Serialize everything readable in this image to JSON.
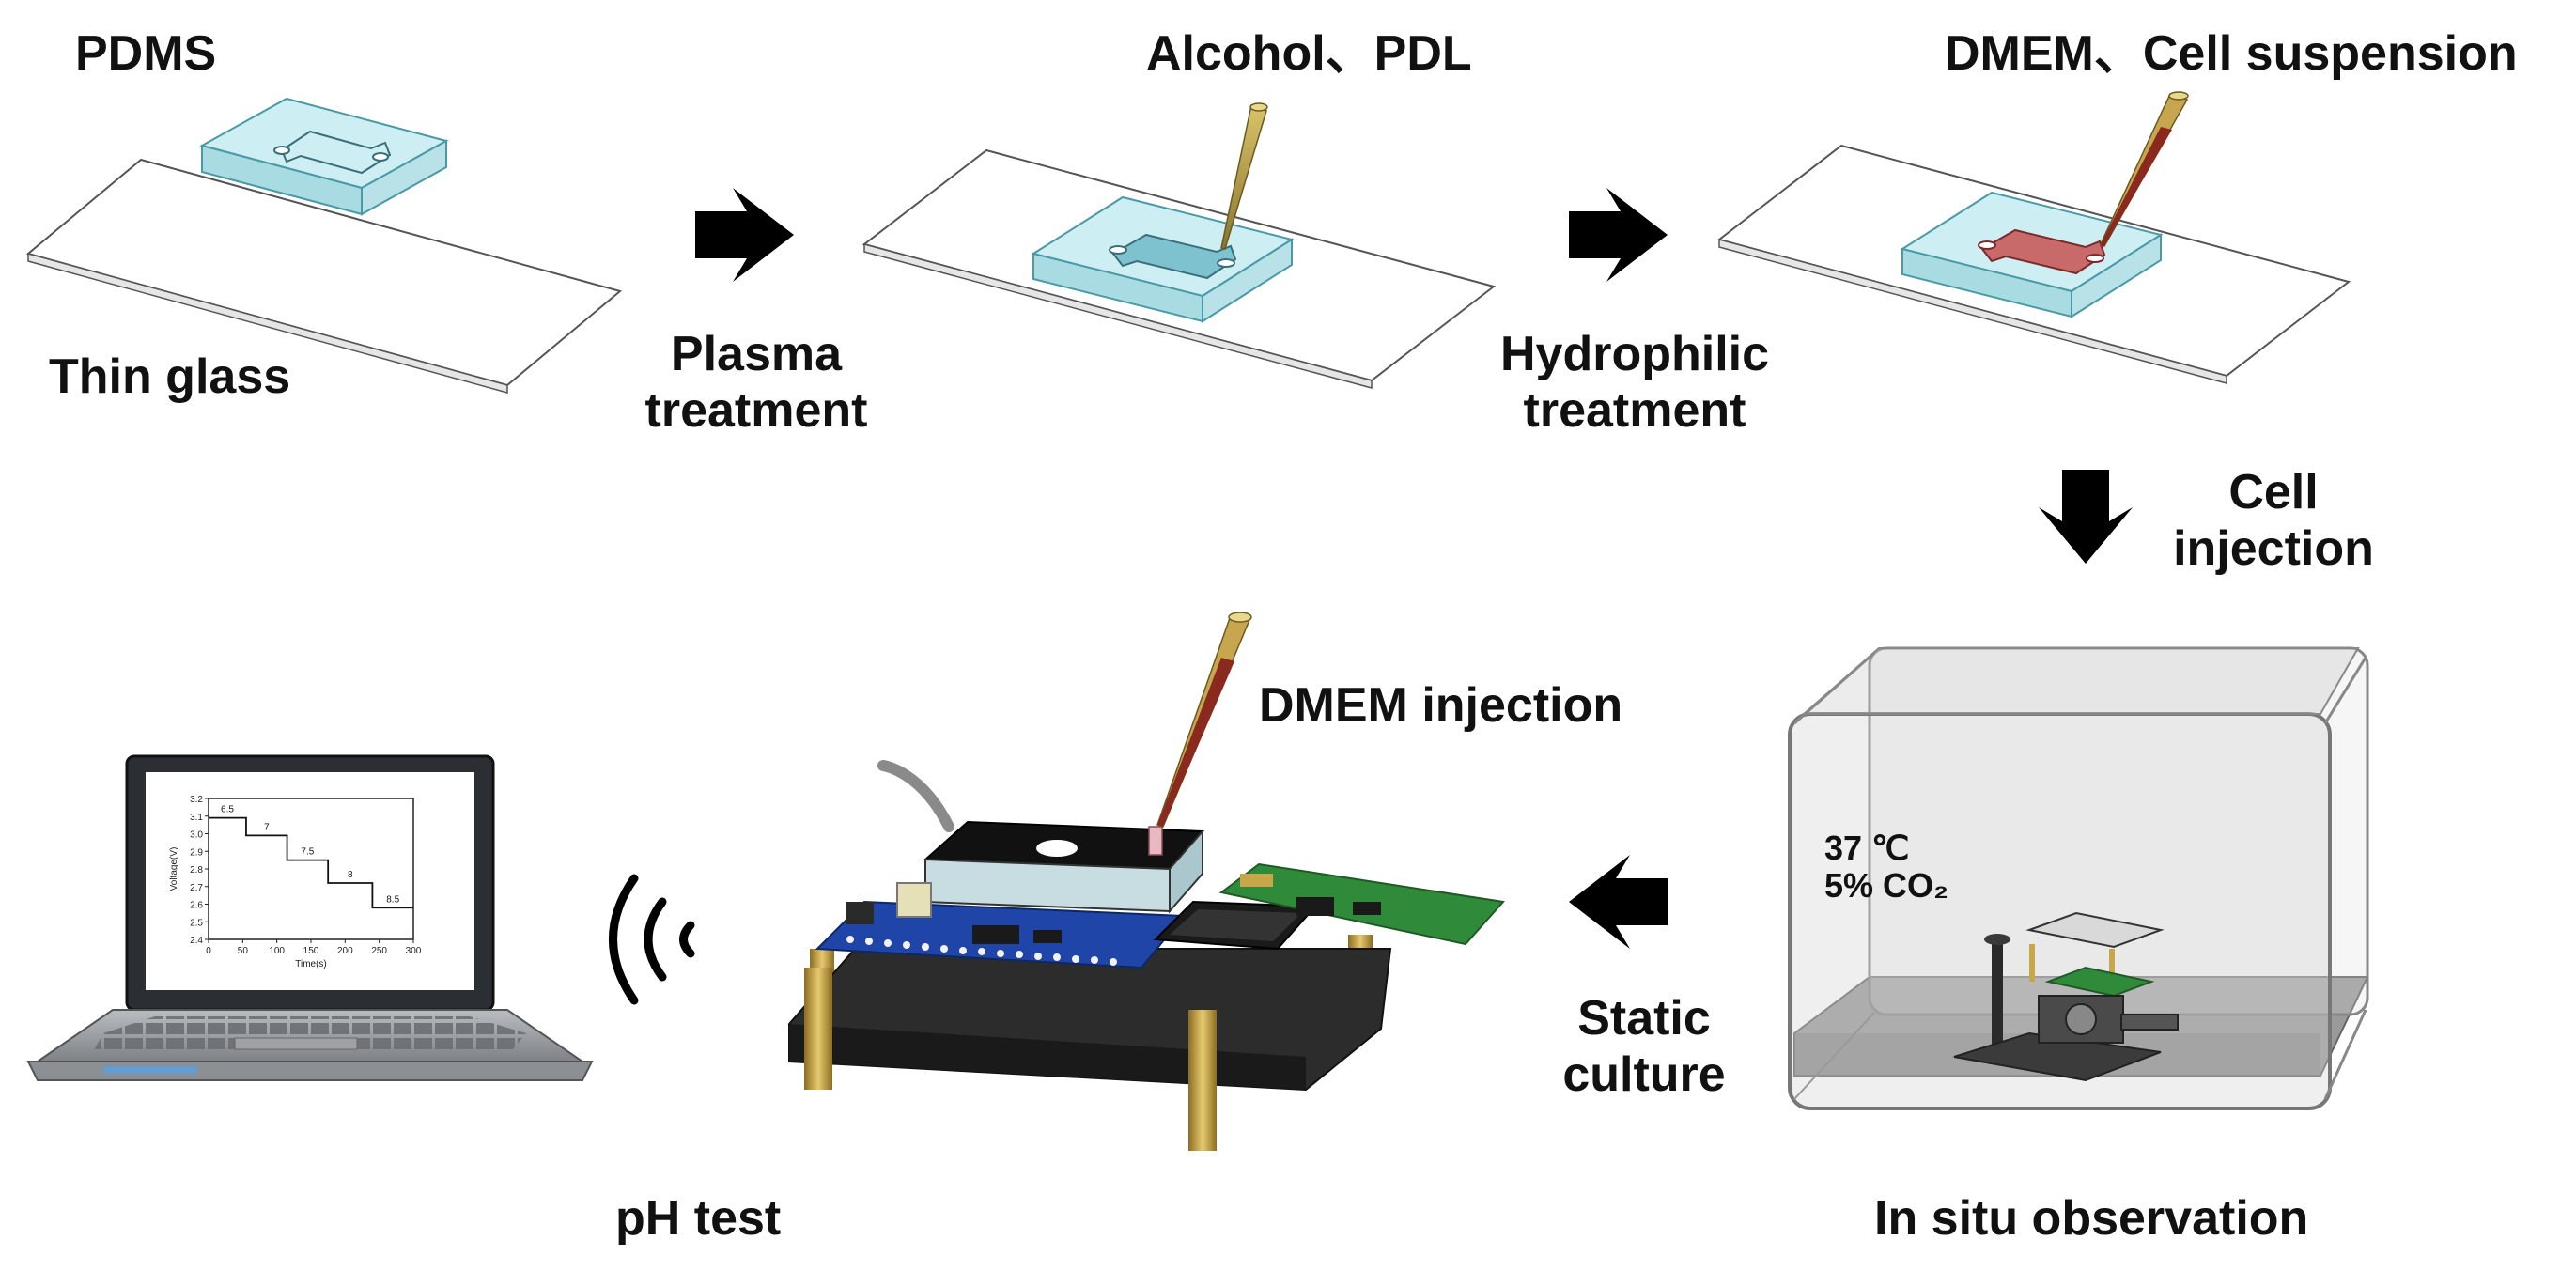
{
  "labels": {
    "pdms": "PDMS",
    "thin_glass": "Thin glass",
    "alcohol_pdl": "Alcohol、PDL",
    "dmem_cell": "DMEM、Cell suspension",
    "plasma_1": "Plasma",
    "plasma_2": "treatment",
    "hydrophilic_1": "Hydrophilic",
    "hydrophilic_2": "treatment",
    "cell_injection_1": "Cell",
    "cell_injection_2": "injection",
    "dmem_injection": "DMEM injection",
    "static_1": "Static",
    "static_2": "culture",
    "ph_test": "pH test",
    "in_situ": "In situ observation",
    "temp": "37 ℃",
    "co2": "5% CO₂"
  },
  "chart_data": {
    "type": "line",
    "xlabel": "Time(s)",
    "ylabel": "Voltage(V)",
    "xlim": [
      0,
      300
    ],
    "ylim": [
      2.4,
      3.2
    ],
    "x_ticks": [
      "0",
      "50",
      "100",
      "150",
      "200",
      "250",
      "300"
    ],
    "y_ticks": [
      "2.4",
      "2.5",
      "2.6",
      "2.7",
      "2.8",
      "2.9",
      "3.0",
      "3.1",
      "3.2"
    ],
    "steps": [
      {
        "label": "6.5",
        "x_start": 0,
        "x_end": 55,
        "y": 3.09
      },
      {
        "label": "7",
        "x_start": 55,
        "x_end": 115,
        "y": 2.99
      },
      {
        "label": "7.5",
        "x_start": 115,
        "x_end": 175,
        "y": 2.85
      },
      {
        "label": "8",
        "x_start": 175,
        "x_end": 240,
        "y": 2.72
      },
      {
        "label": "8.5",
        "x_start": 240,
        "x_end": 300,
        "y": 2.58
      }
    ]
  },
  "colors": {
    "arrow": "#000000",
    "pdms": "#bfe6ec",
    "pdms_edge": "#4a9aa6",
    "chamber_blue": "#7fc2cf",
    "chamber_red": "#c96a6a",
    "board_blue": "#1f45a8",
    "board_green": "#2f8a3a",
    "brass": "#c8a64a",
    "incubator_floor": "#9a9a9a"
  }
}
